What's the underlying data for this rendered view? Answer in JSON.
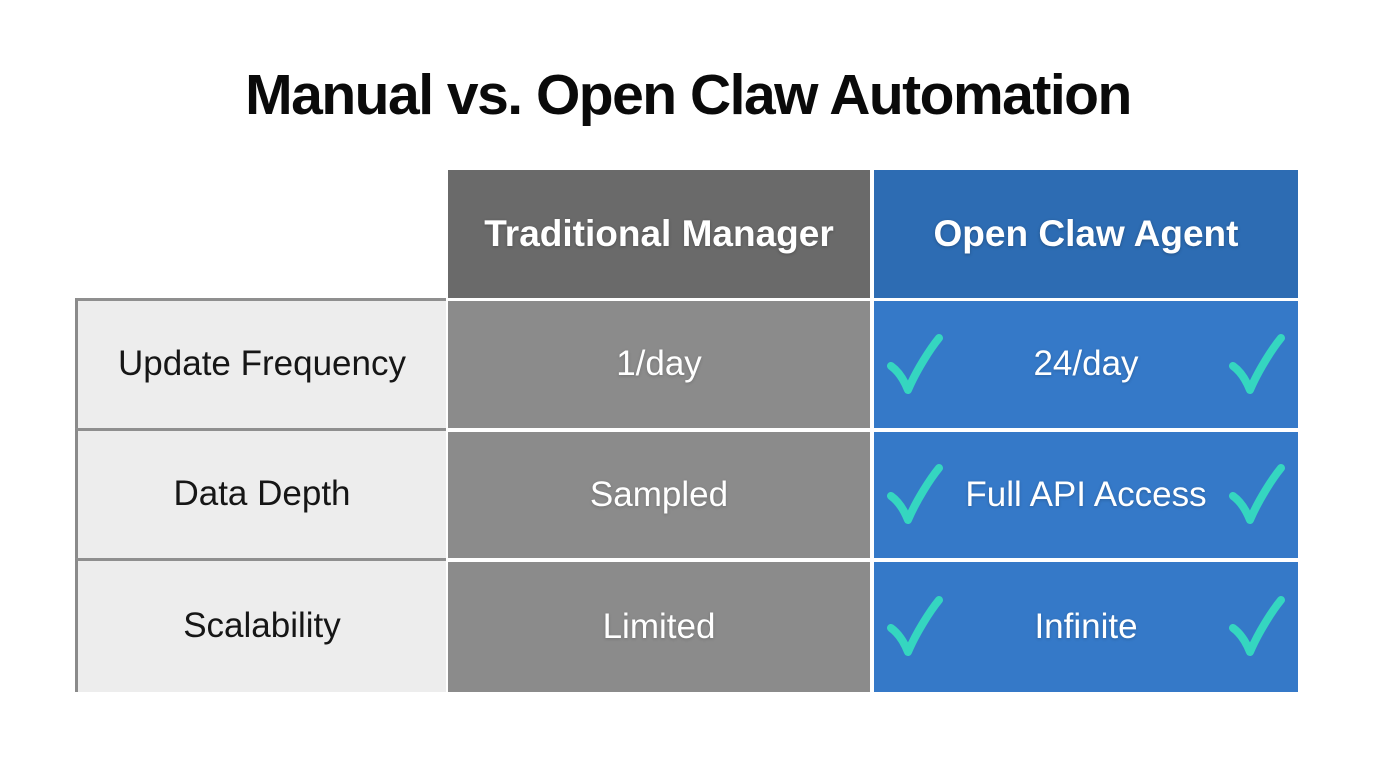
{
  "title": "Manual vs. Open Claw Automation",
  "comparison_table": {
    "corner": "",
    "columns": [
      {
        "key": "traditional",
        "label": "Traditional Manager"
      },
      {
        "key": "openclaw",
        "label": "Open Claw Agent"
      }
    ],
    "rows": [
      {
        "label": "Update Frequency",
        "traditional": "1/day",
        "openclaw": "24/day",
        "openclaw_checked": true
      },
      {
        "label": "Data Depth",
        "traditional": "Sampled",
        "openclaw": "Full API Access",
        "openclaw_checked": true
      },
      {
        "label": "Scalability",
        "traditional": "Limited",
        "openclaw": "Infinite",
        "openclaw_checked": true
      }
    ]
  },
  "icons": {
    "check": "check-icon"
  },
  "colors": {
    "background": "#ffffff",
    "title_text": "#0a0a0a",
    "header_gray": "#6a6a6a",
    "header_blue": "#2d6cb3",
    "cell_gray": "#8b8b8b",
    "cell_blue": "#3579c8",
    "label_bg": "#ededed",
    "label_border": "#8a8a8a",
    "label_text": "#161616",
    "value_text": "#ffffff",
    "check_teal": "#35d6c0"
  },
  "chart_data": {
    "type": "table",
    "title": "Manual vs. Open Claw Automation",
    "columns": [
      "",
      "Traditional Manager",
      "Open Claw Agent"
    ],
    "rows": [
      [
        "Update Frequency",
        "1/day",
        "24/day"
      ],
      [
        "Data Depth",
        "Sampled",
        "Full API Access"
      ],
      [
        "Scalability",
        "Limited",
        "Infinite"
      ]
    ],
    "notes": "Every Open Claw Agent cell is flanked by two teal checkmarks; header row colored (gray vs blue); row label column light gray with dark gray borders"
  }
}
